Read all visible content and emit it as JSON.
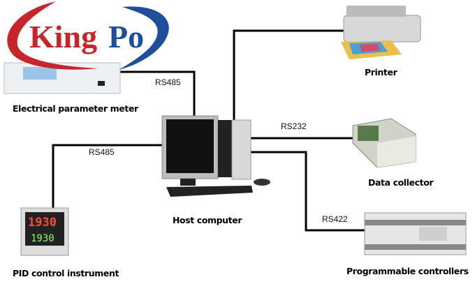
{
  "logo": {
    "text_red": "King",
    "text_blue": "Po",
    "red": "#c8242b",
    "blue": "#1c4f9c"
  },
  "devices": {
    "meter": "Electrical parameter meter",
    "printer": "Printer",
    "collector": "Data collector",
    "host": "Host computer",
    "pid": "PID control instrument",
    "plc": "Programmable controllers"
  },
  "buses": {
    "meter_link": "RS485",
    "collector_link": "RS232",
    "pid_link": "RS485",
    "plc_link": "RS422"
  },
  "pid_display": {
    "pv": "1930",
    "sv": "1930"
  }
}
